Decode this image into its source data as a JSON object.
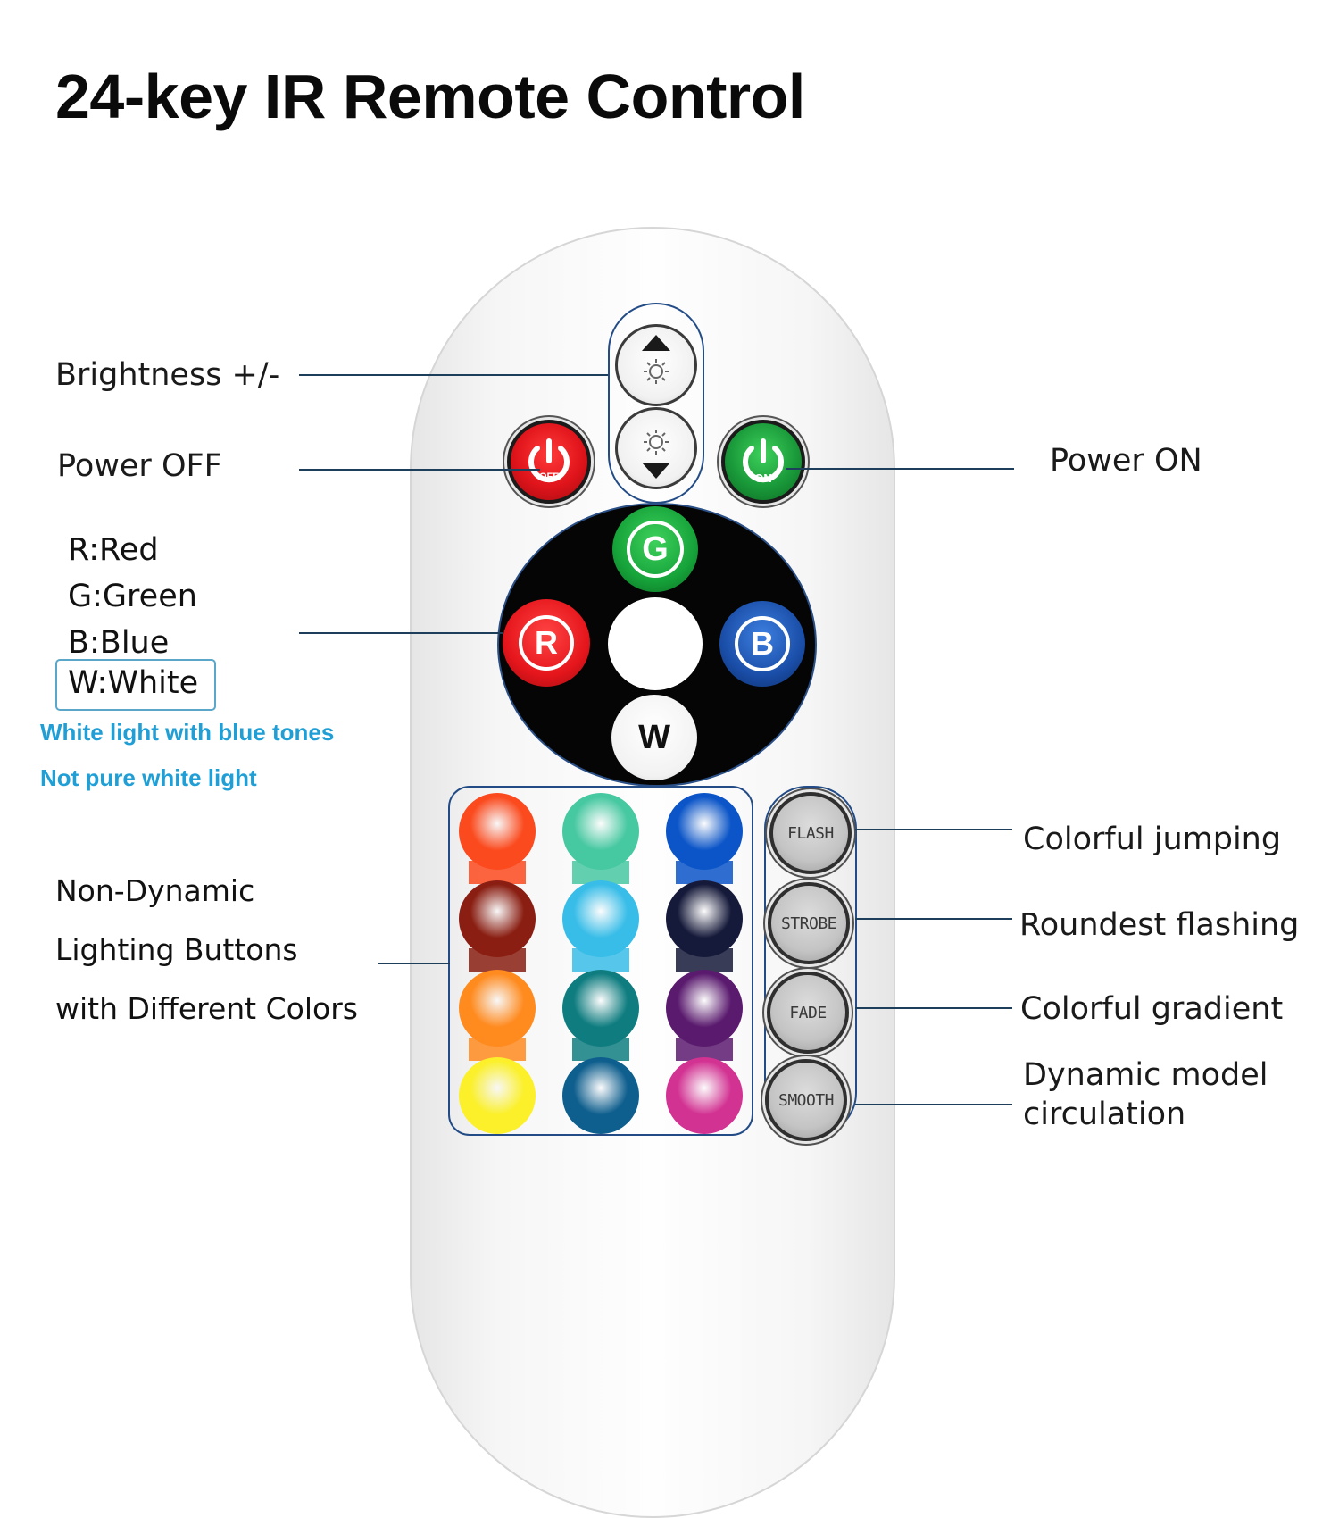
{
  "title": "24-key IR Remote Control",
  "callouts": {
    "brightness": "Brightness +/-",
    "power_off": "Power OFF",
    "power_on": "Power ON",
    "red": "R:Red",
    "green": "G:Green",
    "blue": "B:Blue",
    "white": "W:White",
    "white_note_1": "White light with blue tones",
    "white_note_2": "Not pure white light",
    "non_dynamic_1": "Non-Dynamic",
    "non_dynamic_2": "Lighting Buttons",
    "non_dynamic_3": "with Different Colors",
    "flash_desc": "Colorful jumping",
    "strobe_desc": "Roundest flashing",
    "fade_desc": "Colorful gradient",
    "smooth_desc_1": "Dynamic model",
    "smooth_desc_2": "circulation"
  },
  "buttons": {
    "off": "OFF",
    "on": "ON",
    "g": "G",
    "r": "R",
    "b": "B",
    "w": "W",
    "flash": "FLASH",
    "strobe": "STROBE",
    "fade": "FADE",
    "smooth": "SMOOTH"
  },
  "icons": {
    "brightness_up": "sun-up-arrow-icon",
    "brightness_down": "sun-down-arrow-icon",
    "power": "power-icon"
  },
  "colors": {
    "title_text": "#0a0a0a",
    "note_text": "#1f9fd6",
    "leader_line": "#1e3f5c",
    "group_border": "#234c87",
    "off_red": "#e0141b",
    "on_green": "#1a9a3a",
    "g_green": "#16a33a",
    "r_red": "#e5161c",
    "b_blue": "#1a4ea8",
    "color_pad": [
      [
        "#fb4a1e",
        "#46c8a0",
        "#0b55c8"
      ],
      [
        "#8a1e12",
        "#38bde8",
        "#161a3a"
      ],
      [
        "#ff8a1e",
        "#0f7d80",
        "#5a1a6e"
      ],
      [
        "#fbf02a",
        "#0f5f8e",
        "#d23292"
      ]
    ]
  }
}
